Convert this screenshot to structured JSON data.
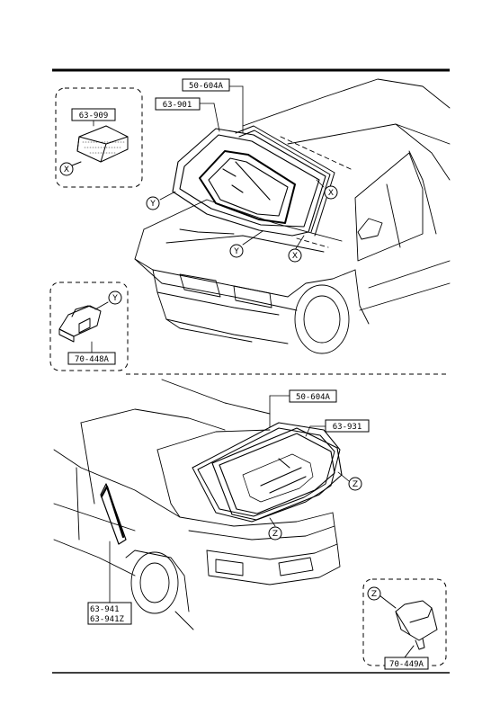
{
  "parts": {
    "front_seal": "50-604A",
    "front_glass": "63-901",
    "front_spacer": "63-909",
    "front_clip": "70-448A",
    "rear_seal": "50-604A",
    "rear_glass": "63-931",
    "quarter_window": "63-941",
    "quarter_window_alt": "63-941Z",
    "rear_clip": "70-449A"
  },
  "callouts": {
    "x": "X",
    "y": "Y",
    "z": "Z"
  }
}
